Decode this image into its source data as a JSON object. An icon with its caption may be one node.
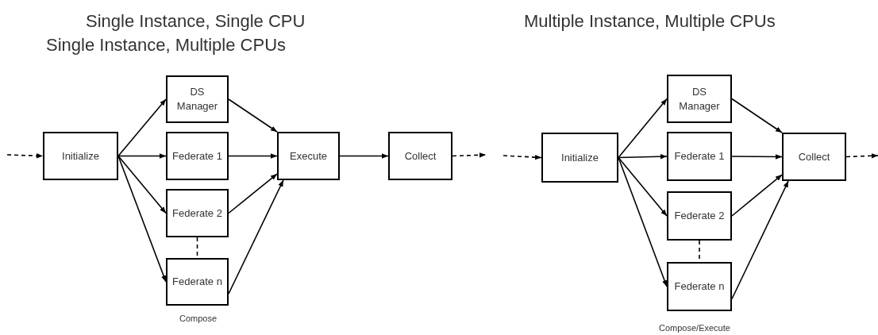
{
  "diagram": {
    "nodes": [
      {
        "text": [
          "Initialize"
        ]
      },
      {
        "text": [
          "DS Manager"
        ]
      },
      {
        "text": [
          "Federate 1"
        ]
      },
      {
        "text": [
          "Federate 2"
        ]
      },
      {
        "text": [
          "Federate n"
        ]
      },
      {
        "text": [
          "Execute"
        ]
      },
      {
        "text": [
          "Collect"
        ]
      },
      {
        "text": [
          "Initialize"
        ]
      },
      {
        "text": [
          "DS Manager"
        ]
      },
      {
        "text": [
          "Federate 1"
        ]
      },
      {
        "text": [
          "Federate 2"
        ]
      },
      {
        "text": [
          "Federate n"
        ]
      },
      {
        "text": [
          "Collect"
        ]
      }
    ],
    "edges": [
      {
        "from": null,
        "to": 0,
        "arrow": "to",
        "style": "dashed"
      },
      {
        "from": 0,
        "to": 1,
        "arrow": "to"
      },
      {
        "from": 0,
        "to": 2,
        "arrow": "to"
      },
      {
        "from": 0,
        "to": 3,
        "arrow": "to"
      },
      {
        "from": 0,
        "to": 4,
        "arrow": "to"
      },
      {
        "from": 1,
        "to": 5,
        "arrow": "to"
      },
      {
        "from": 2,
        "to": 5,
        "arrow": "to"
      },
      {
        "from": 3,
        "to": 5,
        "arrow": "to"
      },
      {
        "from": 4,
        "to": 5,
        "arrow": "to"
      },
      {
        "from": 3,
        "to": 4,
        "arrow": "none",
        "style": "dashed"
      },
      {
        "from": 5,
        "to": 6,
        "arrow": "to"
      },
      {
        "from": 6,
        "to": null,
        "arrow": "to",
        "style": "dashed"
      },
      {
        "from": null,
        "to": 7,
        "arrow": "to",
        "style": "dashed"
      },
      {
        "from": 7,
        "to": 8,
        "arrow": "to"
      },
      {
        "from": 7,
        "to": 9,
        "arrow": "to"
      },
      {
        "from": 7,
        "to": 10,
        "arrow": "to"
      },
      {
        "from": 7,
        "to": 11,
        "arrow": "to"
      },
      {
        "from": 8,
        "to": 12,
        "arrow": "to"
      },
      {
        "from": 9,
        "to": 12,
        "arrow": "to"
      },
      {
        "from": 10,
        "to": 12,
        "arrow": "to"
      },
      {
        "from": 11,
        "to": 12,
        "arrow": "to"
      },
      {
        "from": 10,
        "to": 11,
        "arrow": "none",
        "style": "dashed"
      },
      {
        "from": 12,
        "to": null,
        "arrow": "to",
        "style": "dashed"
      }
    ],
    "labels": [
      "Single Instance, Single CPU",
      "Single Instance, Multiple CPUs",
      "Multiple Instance, Multiple CPUs",
      "Compose",
      "Compose/Execute"
    ]
  }
}
